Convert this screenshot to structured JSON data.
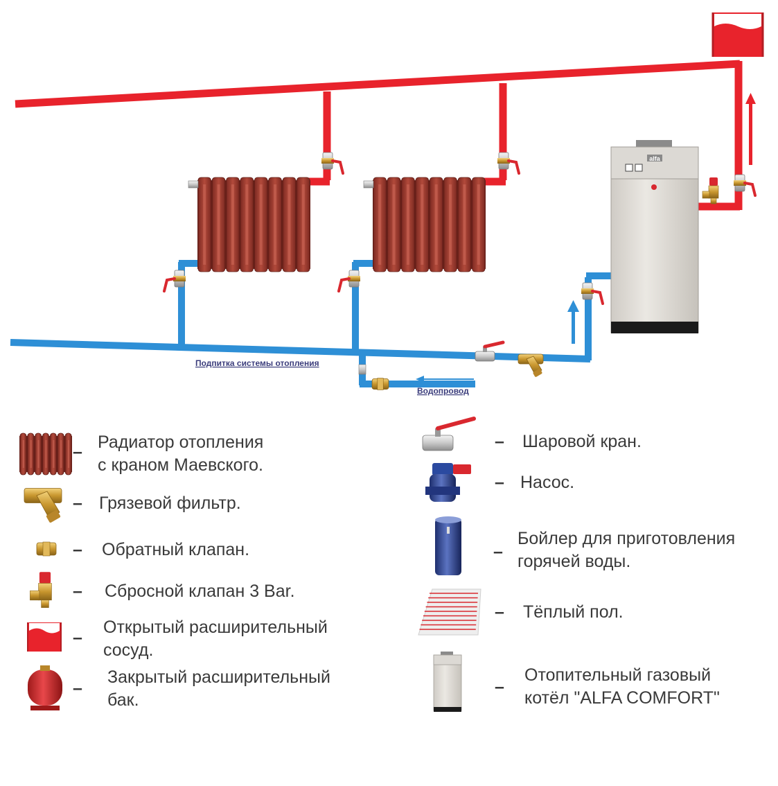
{
  "colors": {
    "supply_pipe": "#e8232c",
    "return_pipe": "#2e8fd6",
    "radiator": "#9b3a2f",
    "brass": "#d6a83e",
    "valve_handle": "#d9282f",
    "boiler_body": "#e4e1dc",
    "text": "#3a3a3a",
    "label": "#3b3d7c"
  },
  "diagram": {
    "boiler_brand": "alfa",
    "makeup_label": "Подпитка системы отопления",
    "water_supply_label": "Водопровод"
  },
  "legend": {
    "dash": "–",
    "radiator": [
      "Радиатор отопления",
      "с краном Маевского."
    ],
    "strainer": [
      "Грязевой фильтр."
    ],
    "check_valve": [
      "Обратный клапан."
    ],
    "relief_valve": [
      "Сбросной клапан 3 Bar."
    ],
    "open_tank": [
      "Открытый расширительный",
      "сосуд."
    ],
    "closed_tank": [
      "Закрытый расширительный",
      "бак."
    ],
    "ball_valve": [
      "Шаровой кран."
    ],
    "pump": [
      "Насос."
    ],
    "water_heater": [
      "Бойлер для приготовления",
      "горячей воды."
    ],
    "floor_heating": [
      "Тёплый пол."
    ],
    "gas_boiler": [
      "Отопительный газовый",
      "котёл \"ALFA COMFORT\""
    ]
  }
}
